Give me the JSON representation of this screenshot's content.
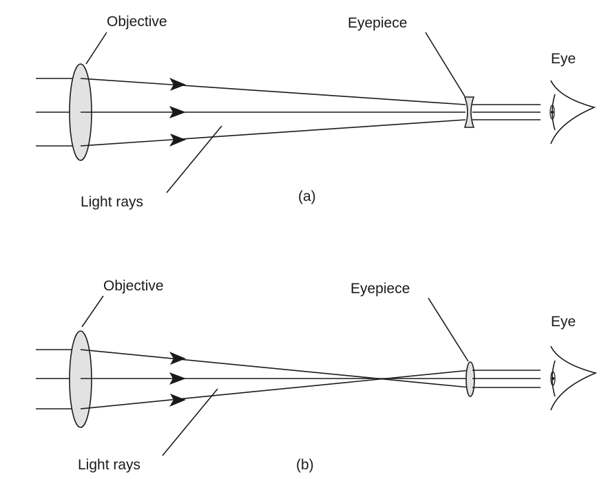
{
  "diagrams": [
    {
      "id": "a",
      "objective_label": "Objective",
      "eyepiece_label": "Eyepiece",
      "eye_label": "Eye",
      "rays_label": "Light rays",
      "caption": "(a)",
      "eyepiece_type": "diverging"
    },
    {
      "id": "b",
      "objective_label": "Objective",
      "eyepiece_label": "Eyepiece",
      "eye_label": "Eye",
      "rays_label": "Light rays",
      "caption": "(b)",
      "eyepiece_type": "converging"
    }
  ],
  "colors": {
    "stroke": "#1a1a1a",
    "lens_fill": "#e2e2e2",
    "background": "#ffffff"
  }
}
